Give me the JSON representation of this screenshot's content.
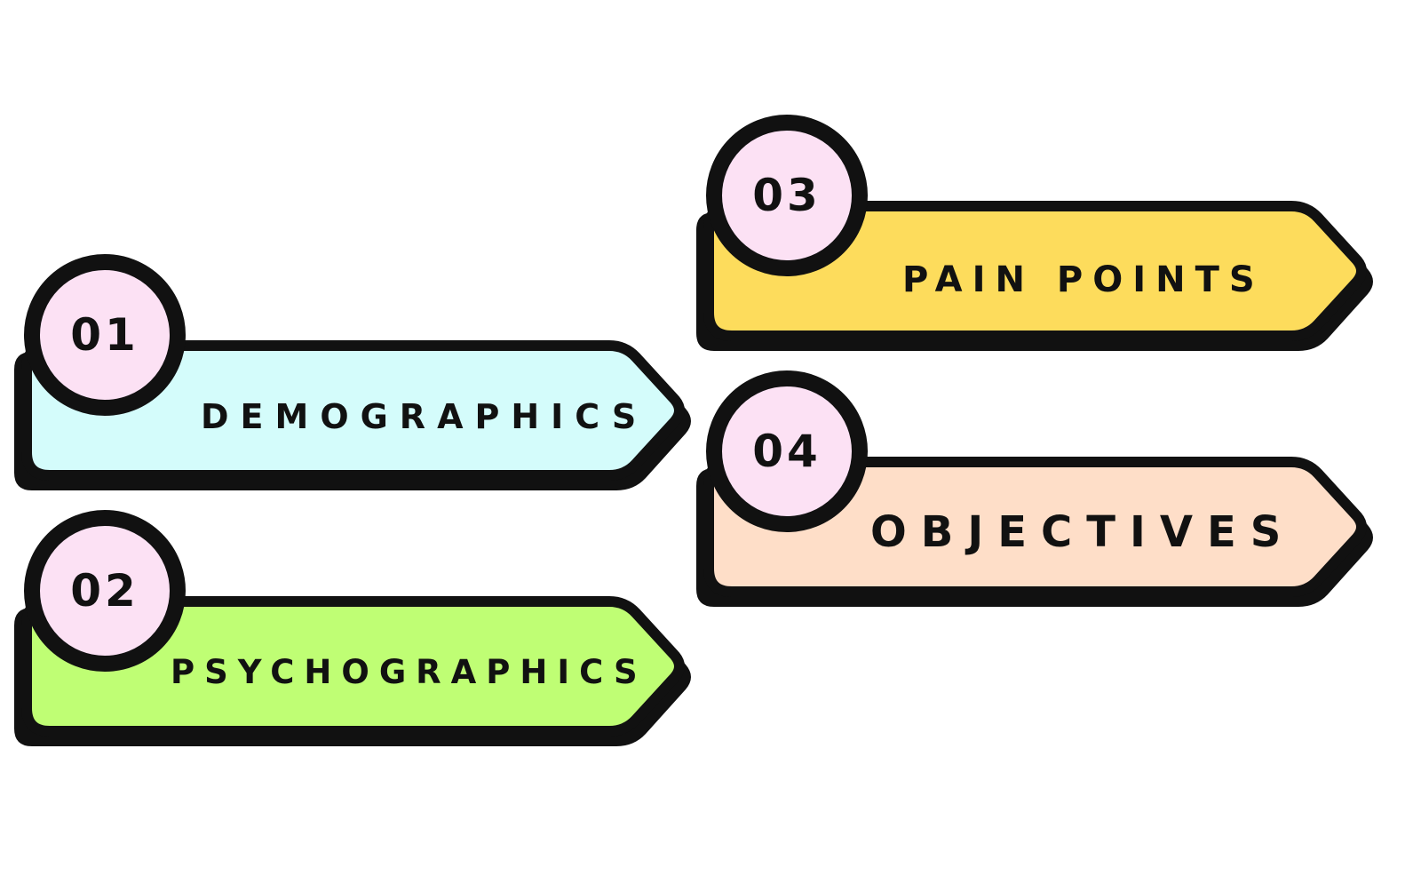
{
  "diagram": {
    "items": [
      {
        "number": "01",
        "label": "DEMOGRAPHICS",
        "fill": "#D4FCFB"
      },
      {
        "number": "02",
        "label": "PSYCHOGRAPHICS",
        "fill": "#BFFE74"
      },
      {
        "number": "03",
        "label": "PAIN POINTS",
        "fill": "#FDDC5C"
      },
      {
        "number": "04",
        "label": "OBJECTIVES",
        "fill": "#FEDEC8"
      }
    ],
    "colors": {
      "outline": "#111111",
      "number_badge": "#FCE1F4",
      "background": "#FFFFFF"
    }
  }
}
